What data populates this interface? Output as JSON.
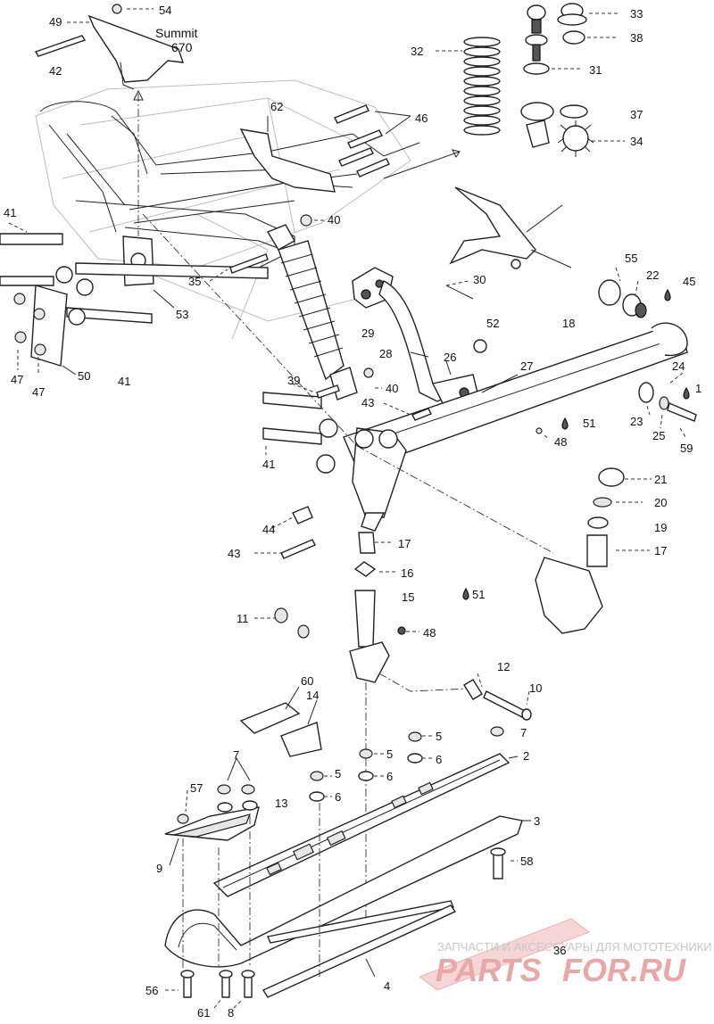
{
  "model": {
    "line1": "Summit",
    "line2": "670"
  },
  "callouts": [
    {
      "id": "c54",
      "text": "54"
    },
    {
      "id": "c49",
      "text": "49"
    },
    {
      "id": "c42",
      "text": "42"
    },
    {
      "id": "c33",
      "text": "33"
    },
    {
      "id": "c38",
      "text": "38"
    },
    {
      "id": "c32",
      "text": "32"
    },
    {
      "id": "c31",
      "text": "31"
    },
    {
      "id": "c37",
      "text": "37"
    },
    {
      "id": "c34",
      "text": "34"
    },
    {
      "id": "c62",
      "text": "62"
    },
    {
      "id": "c46",
      "text": "46"
    },
    {
      "id": "c41a",
      "text": "41"
    },
    {
      "id": "c40a",
      "text": "40"
    },
    {
      "id": "c35",
      "text": "35"
    },
    {
      "id": "c53",
      "text": "53"
    },
    {
      "id": "c30",
      "text": "30"
    },
    {
      "id": "c55",
      "text": "55"
    },
    {
      "id": "c22",
      "text": "22"
    },
    {
      "id": "c45",
      "text": "45"
    },
    {
      "id": "c52",
      "text": "52"
    },
    {
      "id": "c18",
      "text": "18"
    },
    {
      "id": "c29",
      "text": "29"
    },
    {
      "id": "c28",
      "text": "28"
    },
    {
      "id": "c26",
      "text": "26"
    },
    {
      "id": "c27",
      "text": "27"
    },
    {
      "id": "c24",
      "text": "24"
    },
    {
      "id": "c1",
      "text": "1"
    },
    {
      "id": "c47a",
      "text": "47"
    },
    {
      "id": "c47b",
      "text": "47"
    },
    {
      "id": "c50",
      "text": "50"
    },
    {
      "id": "c41b",
      "text": "41"
    },
    {
      "id": "c39",
      "text": "39"
    },
    {
      "id": "c40b",
      "text": "40"
    },
    {
      "id": "c43a",
      "text": "43"
    },
    {
      "id": "c23",
      "text": "23"
    },
    {
      "id": "c25",
      "text": "25"
    },
    {
      "id": "c51a",
      "text": "51"
    },
    {
      "id": "c48a",
      "text": "48"
    },
    {
      "id": "c59",
      "text": "59"
    },
    {
      "id": "c41c",
      "text": "41"
    },
    {
      "id": "c21",
      "text": "21"
    },
    {
      "id": "c20",
      "text": "20"
    },
    {
      "id": "c19",
      "text": "19"
    },
    {
      "id": "c44",
      "text": "44"
    },
    {
      "id": "c17a",
      "text": "17"
    },
    {
      "id": "c43b",
      "text": "43"
    },
    {
      "id": "c17b",
      "text": "17"
    },
    {
      "id": "c16",
      "text": "16"
    },
    {
      "id": "c15",
      "text": "15"
    },
    {
      "id": "c51b",
      "text": "51"
    },
    {
      "id": "c11",
      "text": "11"
    },
    {
      "id": "c48b",
      "text": "48"
    },
    {
      "id": "c12",
      "text": "12"
    },
    {
      "id": "c10",
      "text": "10"
    },
    {
      "id": "c60",
      "text": "60"
    },
    {
      "id": "c14",
      "text": "14"
    },
    {
      "id": "c7a",
      "text": "7"
    },
    {
      "id": "c5a",
      "text": "5"
    },
    {
      "id": "c5b",
      "text": "5"
    },
    {
      "id": "c6a",
      "text": "6"
    },
    {
      "id": "c2",
      "text": "2"
    },
    {
      "id": "c7b",
      "text": "7"
    },
    {
      "id": "c57",
      "text": "57"
    },
    {
      "id": "c5c",
      "text": "5"
    },
    {
      "id": "c6b",
      "text": "6"
    },
    {
      "id": "c6c",
      "text": "6"
    },
    {
      "id": "c13",
      "text": "13"
    },
    {
      "id": "c3",
      "text": "3"
    },
    {
      "id": "c9",
      "text": "9"
    },
    {
      "id": "c58",
      "text": "58"
    },
    {
      "id": "c36",
      "text": "36"
    },
    {
      "id": "c4",
      "text": "4"
    },
    {
      "id": "c56",
      "text": "56"
    },
    {
      "id": "c61",
      "text": "61"
    },
    {
      "id": "c8",
      "text": "8"
    }
  ],
  "watermark": {
    "tagline": "ЗАПЧАСТИ И АКСЕССУАРЫ ДЛЯ МОТОТЕХНИКИ",
    "brand_left": "PARTS",
    "brand_right": "FOR.RU",
    "color": "#e7a8a8"
  }
}
